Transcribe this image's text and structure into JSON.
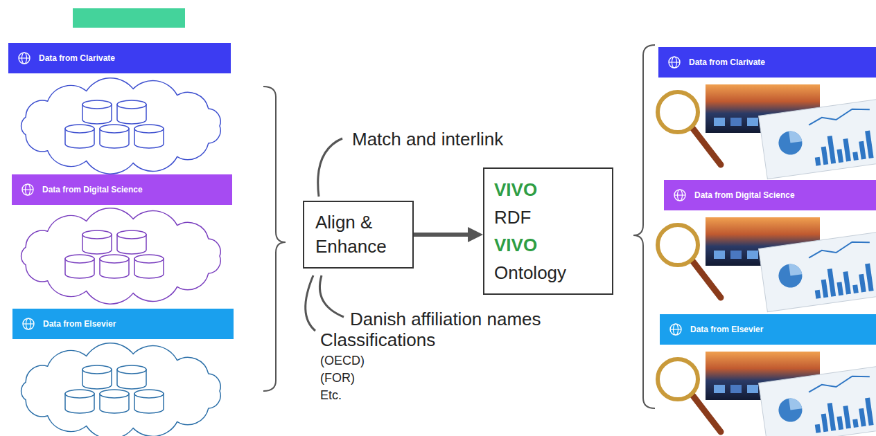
{
  "diagram": {
    "nodes": [
      {
        "text": [
          "Data from Clarivate"
        ]
      },
      {
        "text": [
          "Data from Digital Science"
        ]
      },
      {
        "text": [
          "Data from Elsevier"
        ]
      },
      {
        "text": [
          "Align & Enhance"
        ]
      },
      {
        "text": [
          "VIVO",
          "RDF",
          "VIVO",
          "Ontology"
        ]
      },
      {
        "text": [
          "Data from Clarivate"
        ]
      },
      {
        "text": [
          "Data from Digital Science"
        ]
      },
      {
        "text": [
          "Data from Elsevier"
        ]
      }
    ],
    "edges": [
      {
        "from": 3,
        "to": 4,
        "arrow": "to"
      }
    ],
    "labels": [
      "Match and interlink",
      "Danish affiliation names",
      "Classifications",
      "(OECD)",
      "(FOR)",
      "Etc."
    ]
  }
}
